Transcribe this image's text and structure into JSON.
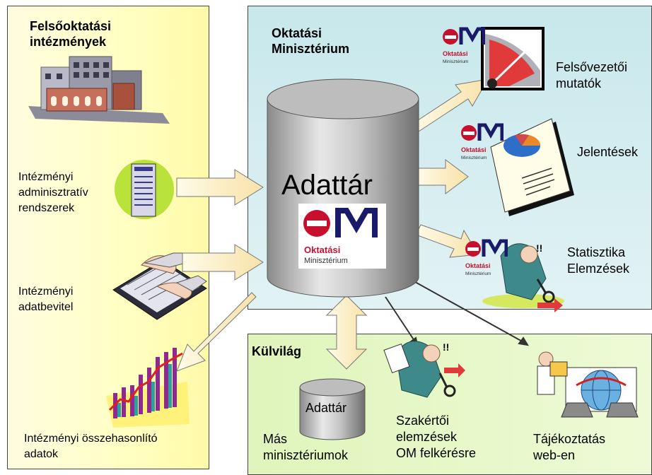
{
  "left": {
    "title": "Felsőoktatási\nintézmények",
    "admin_systems": "Intézményi\nadminisztratív\nrendszerek",
    "data_entry": "Intézményi\nadatbevitel",
    "comparison": "Intézményi összehasonlító\nadatok"
  },
  "ministry": {
    "title": "Oktatási\nMinisztérium",
    "warehouse_label": "Adattár",
    "logo_word1": "Oktatási",
    "logo_word2": "Minisztérium",
    "executive": "Felsővezetői\n mutatók",
    "reports": "Jelentések",
    "statistics": "Statisztika\nElemzések"
  },
  "external": {
    "title": "Külvilág",
    "small_warehouse": "Adattár",
    "other_ministries": "Más\nminisztériumok",
    "expert": "Szakértői\nelemzések\nOM felkérésre",
    "web": "Tájékoztatás\nweb-en"
  },
  "colors": {
    "left_panel": "#ffffc2",
    "ministry_panel": "#d6eef0",
    "external_panel": "#e6f7c8",
    "om_red": "#c8102e",
    "arrow_fill": "#fdf3cf"
  }
}
